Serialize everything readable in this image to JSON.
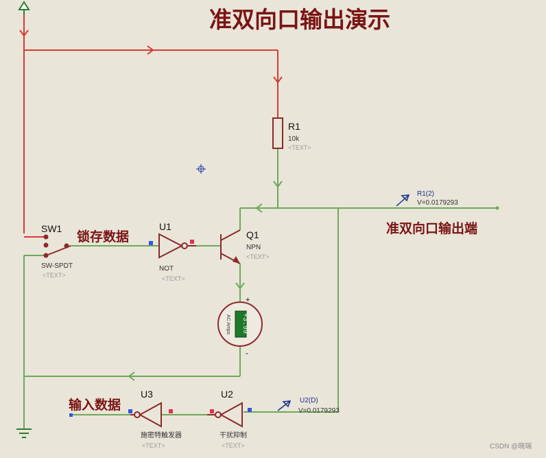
{
  "title": "准双向口输出演示",
  "output_label": "准双向口输出端",
  "latch_label": "锁存数据",
  "input_label": "输入数据",
  "r1": {
    "ref": "R1",
    "value": "10k",
    "text": "<TEXT>"
  },
  "q1": {
    "ref": "Q1",
    "value": "NPN",
    "text": "<TEXT>"
  },
  "sw1": {
    "ref": "SW1",
    "value": "SW-SPDT",
    "text": "<TEXT>"
  },
  "u1": {
    "ref": "U1",
    "value": "NOT",
    "text": "<TEXT>"
  },
  "u2": {
    "ref": "U2",
    "value": "干扰抑制",
    "text": "<TEXT>"
  },
  "u3": {
    "ref": "U3",
    "value": "施密特触发器",
    "text": "<TEXT>"
  },
  "ammeter": {
    "reading": "+3.99",
    "unit": "AC Amps",
    "plus": "+",
    "minus": "-"
  },
  "probe_r1": {
    "name": "R1(2)",
    "value": "V=0.0179293"
  },
  "probe_u2": {
    "name": "U2(D)",
    "value": "V=0.0179293"
  },
  "watermark": "CSDN @晓瑞",
  "colors": {
    "power_wire": "#d93a32",
    "wire": "#6ea85a",
    "component": "#8b2a2a",
    "background": "#e9e5d9"
  }
}
